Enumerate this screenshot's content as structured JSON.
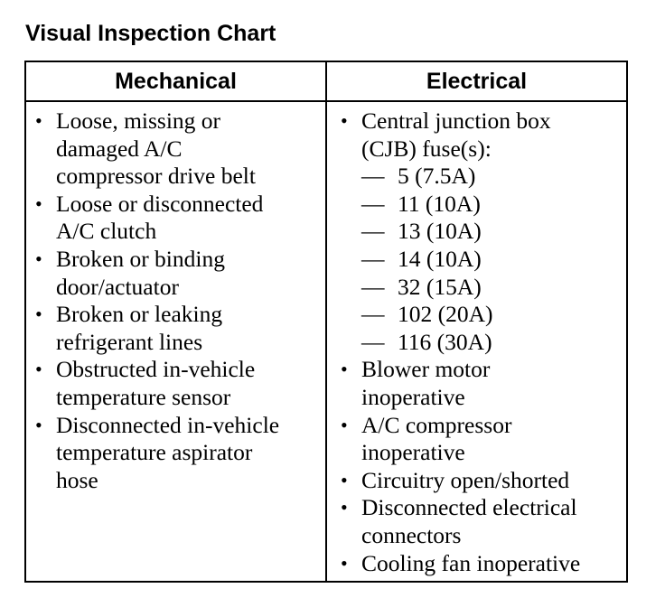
{
  "title": "Visual Inspection Chart",
  "columns": {
    "mechanical": "Mechanical",
    "electrical": "Electrical"
  },
  "bullet_symbol": "•",
  "dash_symbol": "—",
  "mechanical_items": [
    [
      "Loose, missing or",
      "damaged A/C",
      "compressor drive belt"
    ],
    [
      "Loose or disconnected",
      "A/C clutch"
    ],
    [
      "Broken or binding",
      "door/actuator"
    ],
    [
      "Broken or leaking",
      "refrigerant lines"
    ],
    [
      "Obstructed in-vehicle",
      "temperature sensor"
    ],
    [
      "Disconnected in-vehicle",
      "temperature aspirator",
      "hose"
    ]
  ],
  "electrical_items": {
    "cjb": {
      "lines": [
        "Central junction box",
        "(CJB) fuse(s):"
      ],
      "fuses": [
        "5 (7.5A)",
        "11 (10A)",
        "13 (10A)",
        "14 (10A)",
        "32 (15A)",
        "102 (20A)",
        "116 (30A)"
      ]
    },
    "blower": [
      "Blower motor",
      "inoperative"
    ],
    "compressor": [
      "A/C compressor",
      "inoperative"
    ],
    "circuitry": [
      "Circuitry open/shorted"
    ],
    "connectors": [
      "Disconnected electrical",
      "connectors"
    ],
    "cooling_fan": [
      "Cooling fan inoperative"
    ]
  }
}
